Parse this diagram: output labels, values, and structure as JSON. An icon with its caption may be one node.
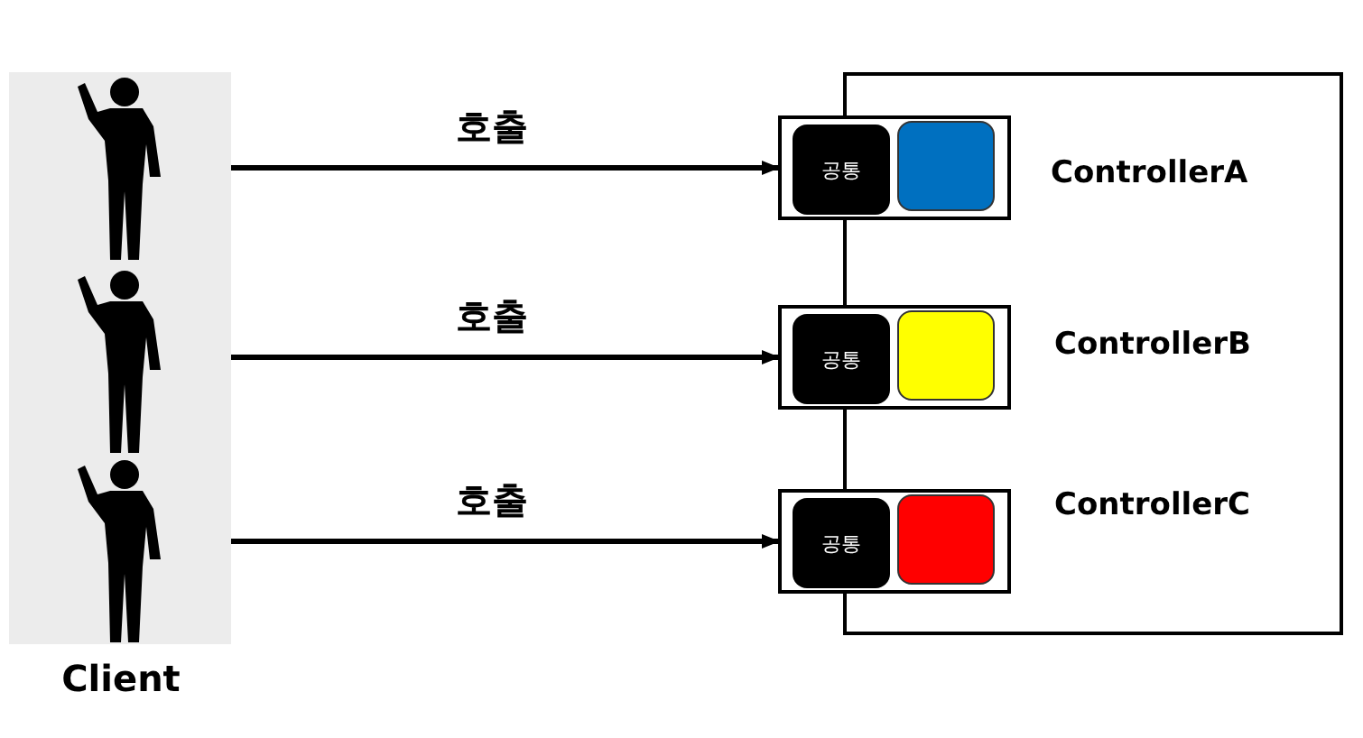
{
  "diagram": {
    "nodes": [
      {
        "text": [],
        "shape": "person"
      },
      {
        "text": [],
        "shape": "person"
      },
      {
        "text": [],
        "shape": "person"
      },
      {
        "text": [
          "ControllerA",
          "ControllerB",
          "ControllerC"
        ]
      },
      {
        "text": [],
        "shape": "box"
      },
      {
        "text": [
          "공통"
        ],
        "in": 4
      },
      {
        "text": [],
        "shape": "box"
      },
      {
        "text": [],
        "shape": "box"
      },
      {
        "text": [
          "공통"
        ],
        "in": 7
      },
      {
        "text": [],
        "shape": "box"
      },
      {
        "text": [],
        "shape": "box"
      },
      {
        "text": [
          "공통"
        ],
        "in": 10
      },
      {
        "text": [],
        "shape": "box"
      }
    ],
    "edges": [
      {
        "from": 0,
        "to": 4,
        "arrow": "to",
        "label": "호출"
      },
      {
        "from": 1,
        "to": 7,
        "arrow": "to",
        "label": "호출"
      },
      {
        "from": 2,
        "to": 10,
        "arrow": "to",
        "label": "호출"
      }
    ],
    "labels": [
      "Client"
    ]
  }
}
